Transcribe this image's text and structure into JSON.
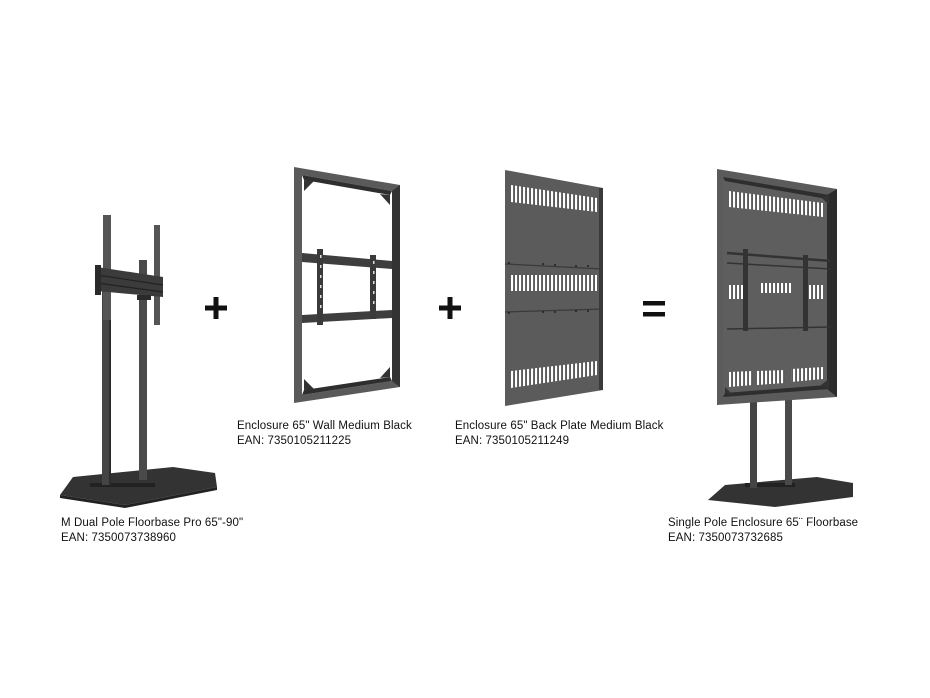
{
  "products": [
    {
      "name": "M Dual Pole Floorbase Pro 65\"-90\"",
      "ean": "EAN: 7350073738960",
      "icon": "dual-pole-floorbase-icon"
    },
    {
      "name": "Enclosure 65\" Wall Medium Black",
      "ean": "EAN: 7350105211225",
      "icon": "enclosure-wall-frame-icon"
    },
    {
      "name": "Enclosure 65\" Back Plate Medium Black",
      "ean": "EAN: 7350105211249",
      "icon": "enclosure-back-plate-icon"
    },
    {
      "name": "Single Pole Enclosure 65¨ Floorbase",
      "ean": "EAN: 7350073732685",
      "icon": "single-pole-enclosure-floorbase-icon"
    }
  ],
  "operators": [
    {
      "symbol": "plus",
      "icon": "plus-icon"
    },
    {
      "symbol": "plus",
      "icon": "plus-icon"
    },
    {
      "symbol": "equals",
      "icon": "equals-icon"
    }
  ],
  "colors": {
    "background": "#ffffff",
    "metal_dark": "#3a3a3a",
    "metal_mid": "#555555",
    "metal_light": "#6a6a6a",
    "text": "#111111"
  }
}
